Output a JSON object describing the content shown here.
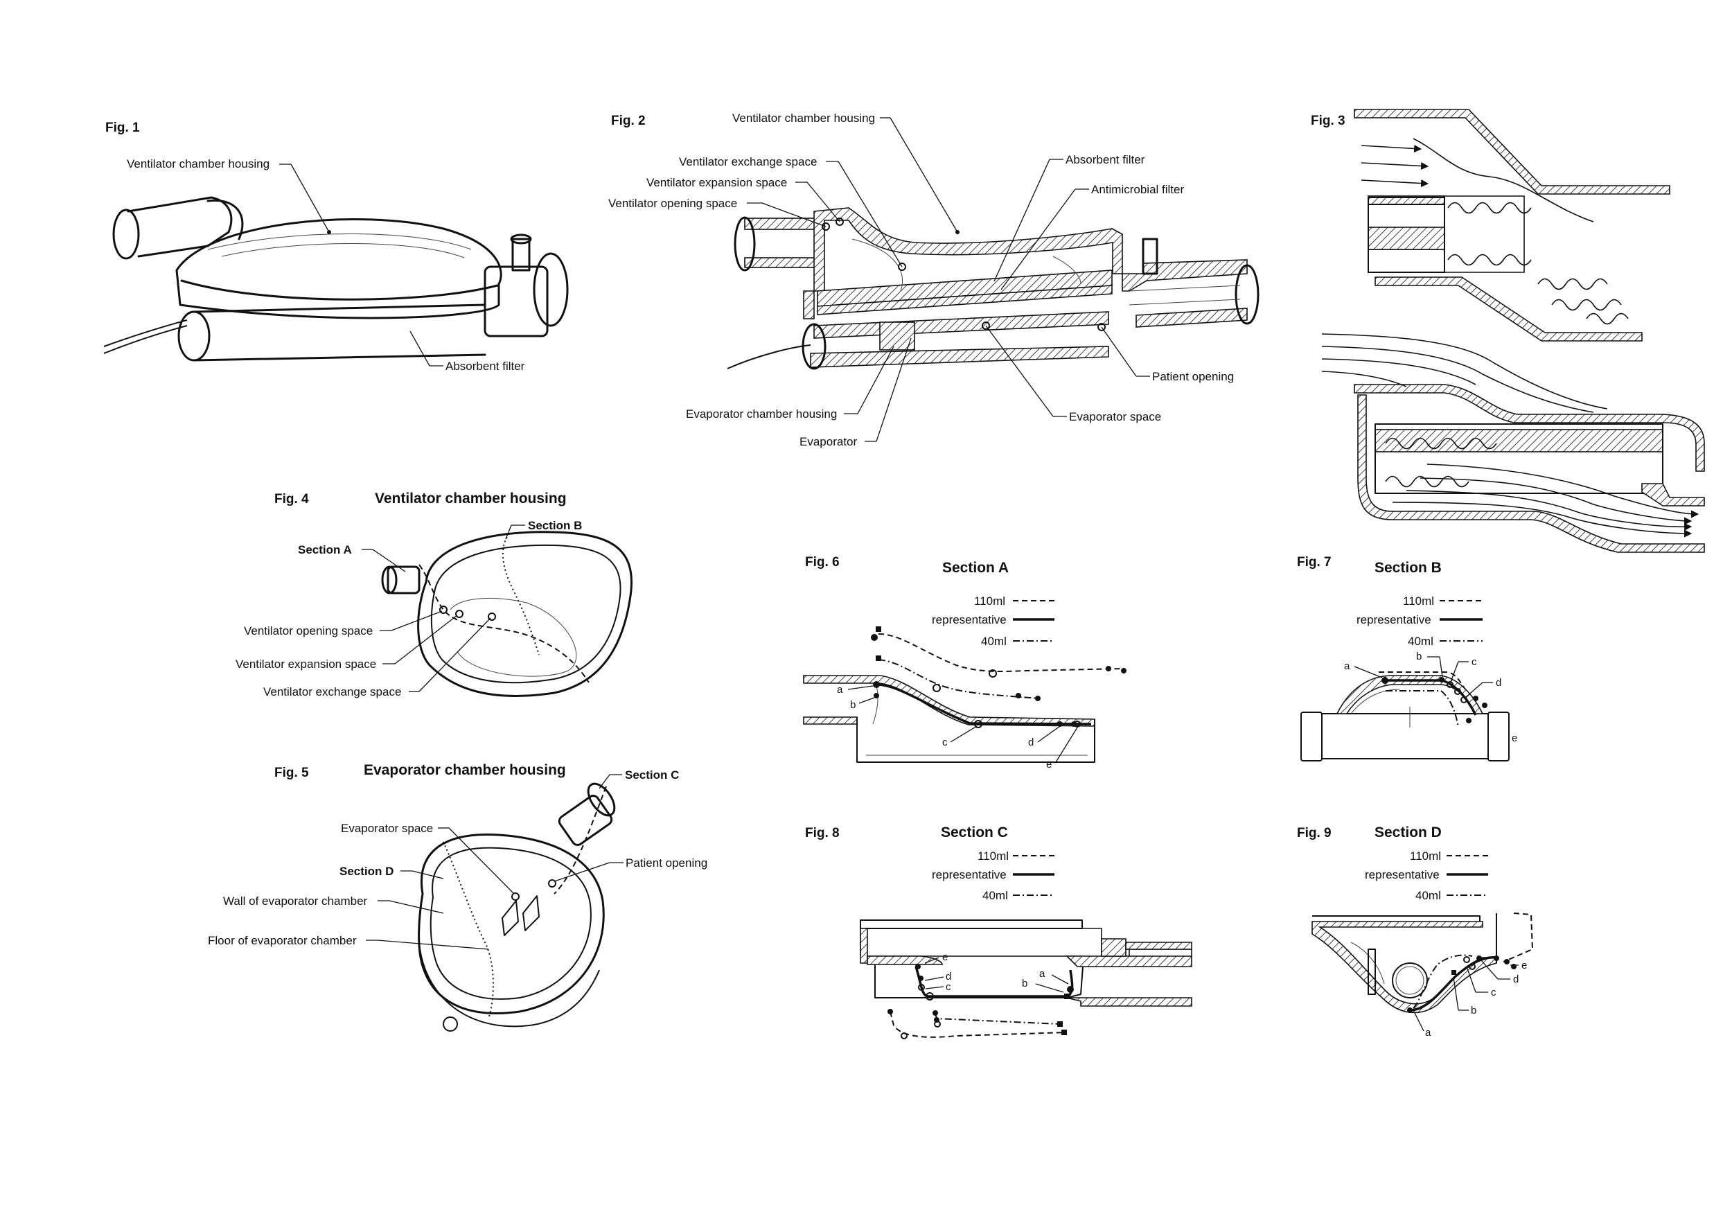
{
  "figures": {
    "fig1": {
      "label": "Fig. 1",
      "callouts": [
        "Ventilator chamber housing",
        "Absorbent filter"
      ]
    },
    "fig2": {
      "label": "Fig. 2",
      "callouts": [
        "Ventilator chamber housing",
        "Ventilator exchange space",
        "Ventilator expansion space",
        "Ventilator opening space",
        "Absorbent filter",
        "Antimicrobial filter",
        "Patient opening",
        "Evaporator space",
        "Evaporator chamber housing",
        "Evaporator"
      ]
    },
    "fig3": {
      "label": "Fig. 3"
    },
    "fig4": {
      "label": "Fig. 4",
      "title": "Ventilator chamber housing",
      "callouts": [
        "Section A",
        "Section B",
        "Ventilator opening space",
        "Ventilator expansion space",
        "Ventilator exchange space"
      ]
    },
    "fig5": {
      "label": "Fig. 5",
      "title": "Evaporator chamber housing",
      "callouts": [
        "Section C",
        "Evaporator space",
        "Patient opening",
        "Section D",
        "Wall of evaporator chamber",
        "Floor of evaporator chamber"
      ]
    },
    "fig6": {
      "label": "Fig. 6",
      "title": "Section A",
      "points": [
        "a",
        "b",
        "c",
        "d",
        "e"
      ]
    },
    "fig7": {
      "label": "Fig. 7",
      "title": "Section B",
      "points": [
        "a",
        "b",
        "c",
        "d",
        "e"
      ]
    },
    "fig8": {
      "label": "Fig. 8",
      "title": "Section C",
      "points": [
        "e",
        "d",
        "c",
        "b",
        "a"
      ]
    },
    "fig9": {
      "label": "Fig. 9",
      "title": "Section D",
      "points": [
        "e",
        "d",
        "c",
        "b",
        "a"
      ]
    }
  },
  "legend": {
    "l110": "110ml",
    "rep": "representative",
    "l40": "40ml"
  },
  "icons": [
    "arrow-icon"
  ]
}
